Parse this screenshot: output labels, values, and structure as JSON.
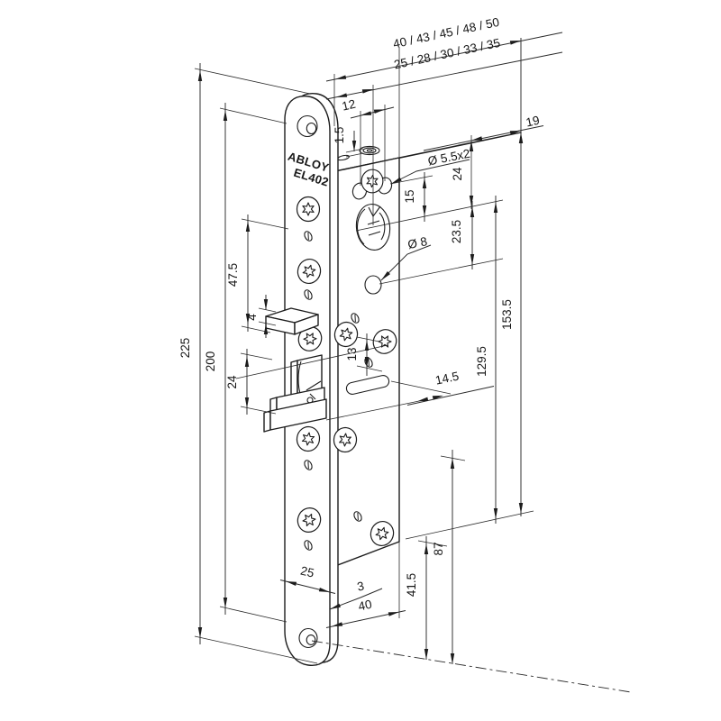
{
  "drawing_title": "ABLOY EL402 dimensional drawing",
  "brand": {
    "line1": "ABLOY",
    "line2": "EL402"
  },
  "dims": {
    "caseDepthOptions": "40 / 43 / 45 / 48 / 50",
    "backsetOptions": "25 / 28 / 30 / 33 / 35",
    "topScrewSpacing": "12",
    "topScrewHeight": "1.5",
    "topEdge": "19",
    "fixHoles": "Ø 5.5x2",
    "topToCylinder": "24",
    "fixToCylinder": "15",
    "cylinderToHole": "23.5",
    "caseHeightTotal": "153.5",
    "caseHeightInner": "129.5",
    "cableHole": "Ø 8",
    "plateTopToLatch": "47.5",
    "latchThickness": "4",
    "screwToSlot": "13",
    "boltHeight": "24",
    "slotLength": "14.5",
    "plateLength": "225",
    "holeSpacing": "200",
    "plateWidth": "25",
    "plateThickness": "3",
    "caseWidth": "40",
    "slotToBottom": "41.5",
    "screwToBottom": "87"
  }
}
